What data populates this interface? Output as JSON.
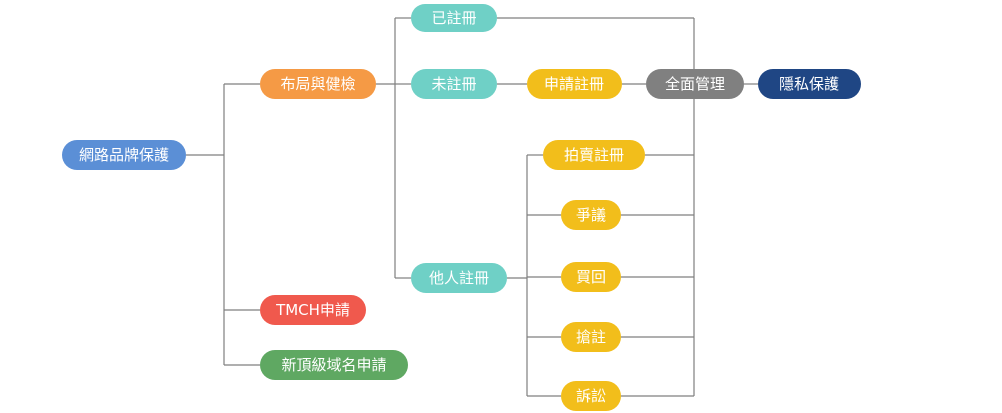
{
  "colors": {
    "connector": "#7f7f7f",
    "root": "#5b8fd6",
    "orange": "#f59a45",
    "teal": "#6fd0c6",
    "yellow": "#f2be1b",
    "gray": "#808080",
    "navy": "#1f4684",
    "red": "#f0594d",
    "green": "#5fa862"
  },
  "nodes": {
    "root": {
      "label": "網路品牌保護",
      "color": "root",
      "text": "#ffffff"
    },
    "layout_check": {
      "label": "布局與健檢",
      "color": "orange",
      "text": "#ffffff"
    },
    "tmch": {
      "label": "TMCH申請",
      "color": "red",
      "text": "#ffffff"
    },
    "new_tld": {
      "label": "新頂級域名申請",
      "color": "green",
      "text": "#ffffff"
    },
    "registered": {
      "label": "已註冊",
      "color": "teal",
      "text": "#ffffff"
    },
    "unregistered": {
      "label": "未註冊",
      "color": "teal",
      "text": "#ffffff"
    },
    "others_registered": {
      "label": "他人註冊",
      "color": "teal",
      "text": "#ffffff"
    },
    "apply_register": {
      "label": "申請註冊",
      "color": "yellow",
      "text": "#ffffff"
    },
    "full_management": {
      "label": "全面管理",
      "color": "gray",
      "text": "#ffffff"
    },
    "privacy": {
      "label": "隱私保護",
      "color": "navy",
      "text": "#ffffff"
    },
    "auction": {
      "label": "拍賣註冊",
      "color": "yellow",
      "text": "#ffffff"
    },
    "dispute": {
      "label": "爭議",
      "color": "yellow",
      "text": "#ffffff"
    },
    "buy_back": {
      "label": "買回",
      "color": "yellow",
      "text": "#ffffff"
    },
    "snatch": {
      "label": "搶註",
      "color": "yellow",
      "text": "#ffffff"
    },
    "litigation": {
      "label": "訴訟",
      "color": "yellow",
      "text": "#ffffff"
    }
  }
}
